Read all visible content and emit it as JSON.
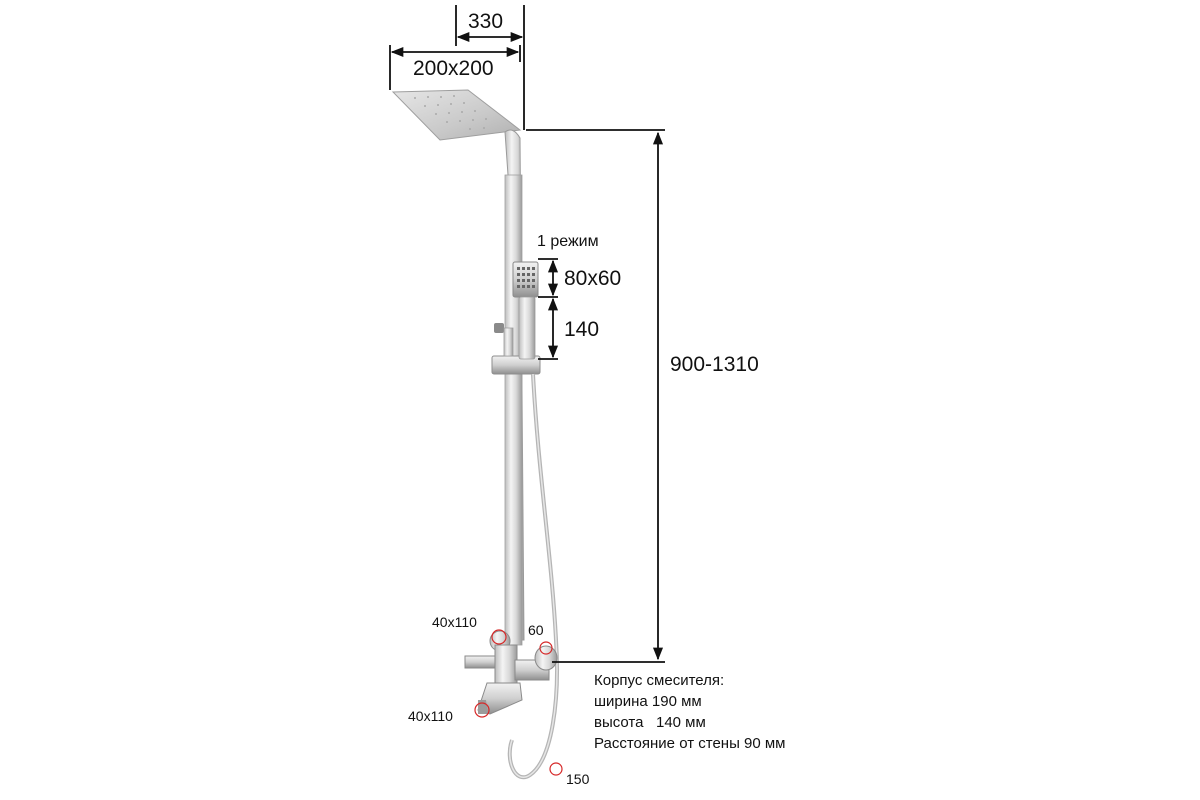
{
  "dimensions": {
    "arm_length": "330",
    "head_size": "200x200",
    "hand_shower_mode": "1 режим",
    "hand_shower_size": "80x60",
    "hand_shower_handle": "140",
    "height_range": "900-1310",
    "mixer_handle_top": "40x110",
    "mixer_outlet": "60",
    "spout": "40x110",
    "hose": "150"
  },
  "mixer_spec": {
    "title": "Корпус смесителя:",
    "width": "ширина 190 мм",
    "height": "высота   140 мм",
    "distance": "Расстояние от стены 90 мм"
  }
}
